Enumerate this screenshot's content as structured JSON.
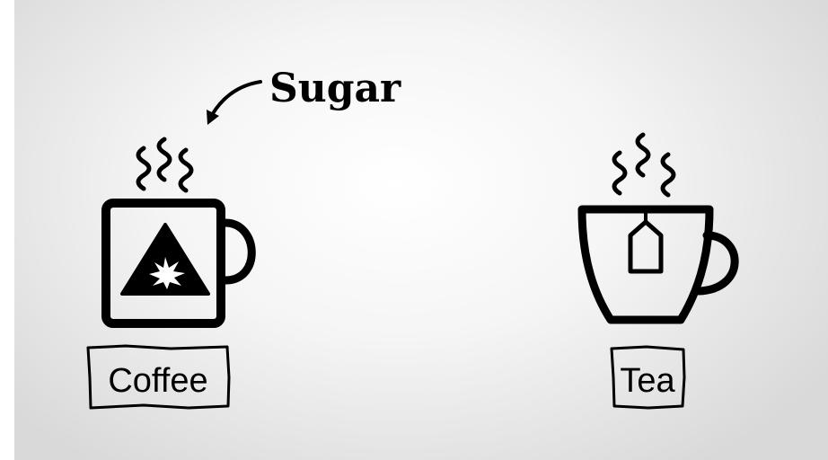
{
  "annotation": {
    "label": "Sugar"
  },
  "items": [
    {
      "label": "Coffee",
      "icon": "coffee-mug-icon"
    },
    {
      "label": "Tea",
      "icon": "teacup-icon"
    }
  ],
  "colors": {
    "ink": "#000000",
    "background": "#f2f2f2"
  }
}
